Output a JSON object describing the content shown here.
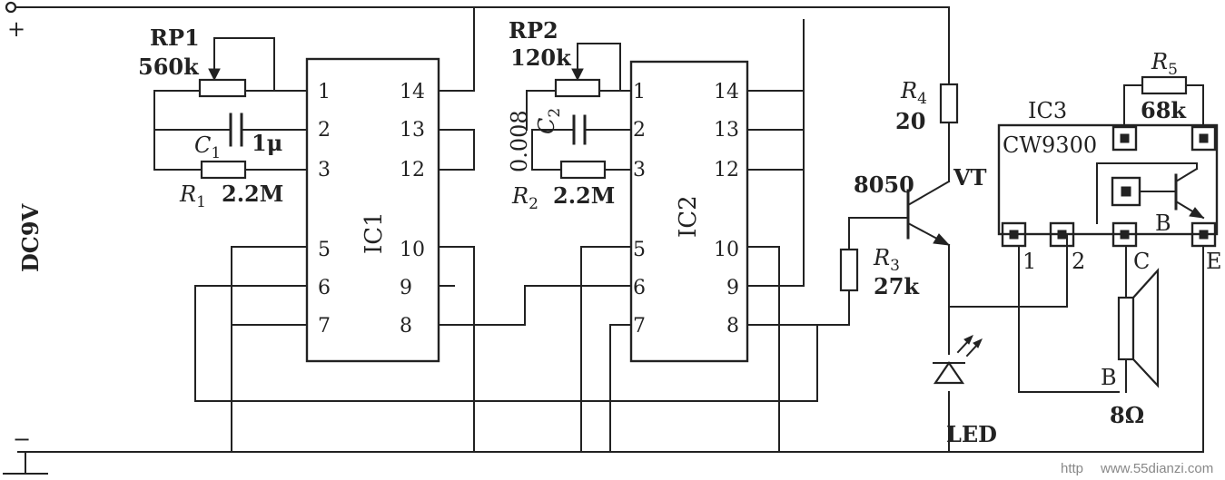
{
  "supply": {
    "plus": "+",
    "minus": "−",
    "label": "DC9V"
  },
  "rp1": {
    "ref": "RP1",
    "value": "560k"
  },
  "c1": {
    "ref": "C",
    "sub": "1",
    "value": "1μ"
  },
  "r1": {
    "ref": "R",
    "sub": "1",
    "value": "2.2M"
  },
  "ic1": {
    "name": "IC1",
    "pins_left": [
      "1",
      "2",
      "3",
      "5",
      "6",
      "7"
    ],
    "pins_right": [
      "14",
      "13",
      "12",
      "10",
      "9",
      "8"
    ]
  },
  "rp2": {
    "ref": "RP2",
    "value": "120k"
  },
  "c2": {
    "ref": "C",
    "sub": "2",
    "value": "0.008"
  },
  "r2": {
    "ref": "R",
    "sub": "2",
    "value": "2.2M"
  },
  "ic2": {
    "name": "IC2",
    "pins_left": [
      "1",
      "2",
      "3",
      "5",
      "6",
      "7"
    ],
    "pins_right": [
      "14",
      "13",
      "12",
      "10",
      "9",
      "8"
    ]
  },
  "r3": {
    "ref": "R",
    "sub": "3",
    "value": "27k"
  },
  "r4": {
    "ref": "R",
    "sub": "4",
    "value": "20"
  },
  "vt": {
    "type": "8050",
    "ref": "VT"
  },
  "led": {
    "label": "LED"
  },
  "ic3": {
    "name": "IC3",
    "part": "CW9300",
    "pins": [
      "1",
      "2",
      "C",
      "E"
    ],
    "base_label": "B"
  },
  "r5": {
    "ref": "R",
    "sub": "5",
    "value": "68k"
  },
  "speaker": {
    "node": "B",
    "value": "8Ω"
  },
  "watermark": {
    "text": "www.55dianzi.com",
    "prefix": "http"
  }
}
